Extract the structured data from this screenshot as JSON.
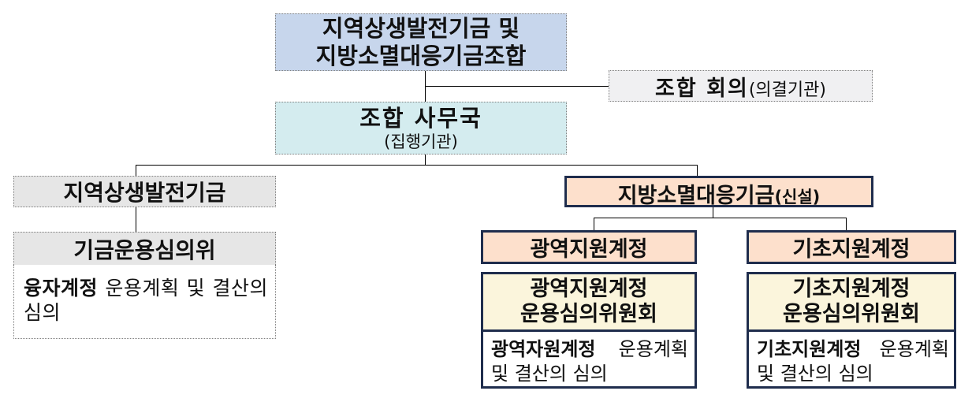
{
  "top": {
    "line1": "지역상생발전기금 및",
    "line2": "지방소멸대응기금조합"
  },
  "council": {
    "title": "조합 회의",
    "role": "(의결기관)"
  },
  "secretariat": {
    "title": "조합 사무국",
    "role": "(집행기관)"
  },
  "left": {
    "fund": "지역상생발전기금",
    "committee": "기금운용심의위",
    "desc_bold": "융자계정",
    "desc_rest": " 운용계획 및 결산의 심의"
  },
  "right": {
    "fund": "지방소멸대응기금",
    "fund_note": "(신설)",
    "regional": {
      "account": "광역지원계정",
      "committee_line1": "광역지원계정",
      "committee_line2": "운용심의위원회",
      "desc_bold": "광역자원계정",
      "desc_rest": " 운용계획 및 결산의 심의"
    },
    "basic": {
      "account": "기초지원계정",
      "committee_line1": "기초지원계정",
      "committee_line2": "운용심의위원회",
      "desc_bold": "기초지원계정",
      "desc_rest": " 운용계획 및 결산의 심의"
    }
  },
  "colors": {
    "top_fill": "#c7d6ec",
    "council_fill": "#f0f0f2",
    "secretariat_fill": "#d4ecef",
    "left_fill": "#e6e6e6",
    "right_fill": "#fde0cc",
    "committee_fill": "#fbf5dc",
    "navy_border": "#1f2d4d"
  }
}
